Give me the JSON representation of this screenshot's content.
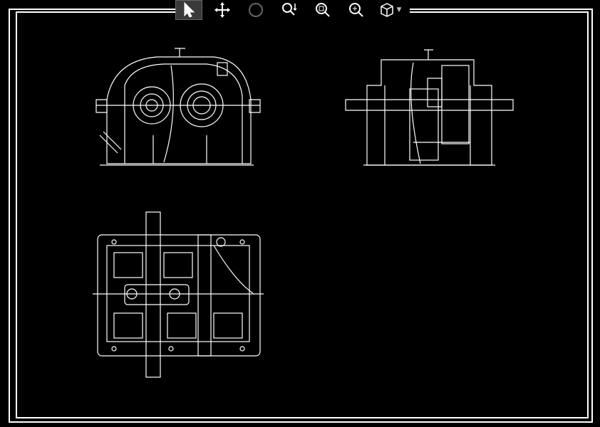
{
  "toolbar": {
    "tools": [
      {
        "name": "select-tool",
        "icon": "cursor-arrow-icon",
        "active": true
      },
      {
        "name": "pan-tool",
        "icon": "move-arrows-icon",
        "active": false
      },
      {
        "name": "orbit-tool",
        "icon": "orbit-icon",
        "active": false
      },
      {
        "name": "zoom-realtime-tool",
        "icon": "zoom-realtime-icon",
        "active": false
      },
      {
        "name": "zoom-window-tool",
        "icon": "zoom-window-icon",
        "active": false
      },
      {
        "name": "zoom-extents-tool",
        "icon": "zoom-extents-icon",
        "active": false
      },
      {
        "name": "view-cube-tool",
        "icon": "cube-view-icon",
        "active": false
      }
    ]
  },
  "colors": {
    "background": "#000000",
    "lines": "#ffffff",
    "active_tool_bg": "#3a3a3a"
  }
}
